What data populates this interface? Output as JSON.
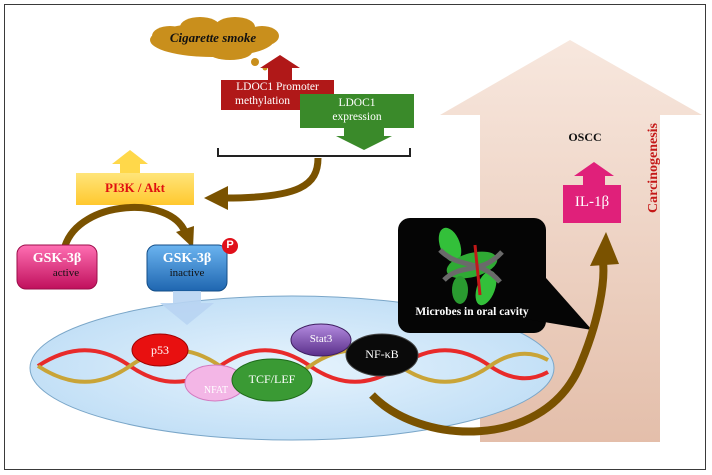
{
  "trigger": {
    "label": "Cigarette smoke"
  },
  "methylation": {
    "label_line1": "LDOC1 Promoter",
    "label_line2": "methylation"
  },
  "ldoc1": {
    "label_line1": "LDOC1",
    "label_line2": "expression"
  },
  "pi3k": {
    "label": "PI3K / Akt"
  },
  "gsk_active": {
    "name": "GSK-3β",
    "state": "active"
  },
  "gsk_inactive": {
    "name": "GSK-3β",
    "state": "inactive",
    "badge": "P"
  },
  "factors": {
    "p53": "p53",
    "nfat": "NFAT",
    "tcf": "TCF/LEF",
    "stat3": "Stat3",
    "nfkb": "NF-κB"
  },
  "microbes": {
    "label": "Microbes in oral cavity"
  },
  "outcome": {
    "oscc": "OSCC",
    "il1b": "IL-1β",
    "carcinogenesis": "Carcinogenesis"
  },
  "colors": {
    "dark_red": "#b01818",
    "green": "#3a8a2a",
    "yellow": "#ffd84a",
    "magenta": "#e0207a",
    "blue": "#2f80c8",
    "brown": "#7a5200",
    "cell": "#cfe6f8",
    "pink_arrow": "#e8c9b8"
  }
}
